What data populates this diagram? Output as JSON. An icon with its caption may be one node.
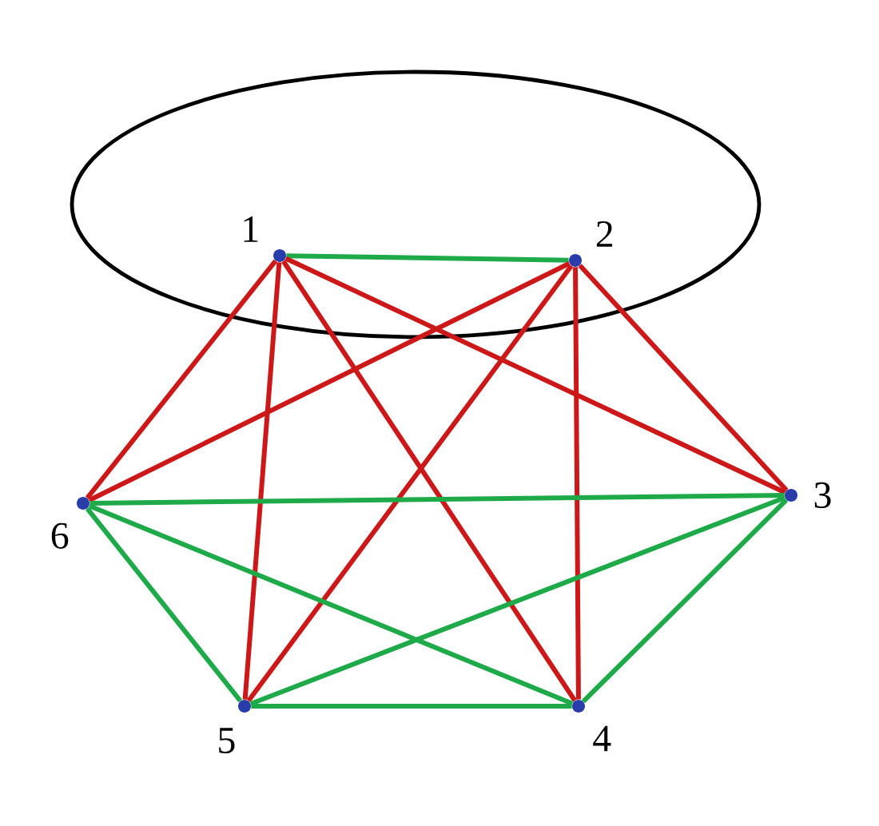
{
  "diagram": {
    "nodes": [
      {
        "text": [
          "1"
        ]
      },
      {
        "text": [
          "2"
        ]
      },
      {
        "text": [
          "3"
        ]
      },
      {
        "text": [
          "4"
        ]
      },
      {
        "text": [
          "5"
        ]
      },
      {
        "text": [
          "6"
        ]
      }
    ],
    "edges": [
      {
        "from": 0,
        "to": 1,
        "arrow": "none",
        "color": "#1faa4a"
      },
      {
        "from": 0,
        "to": 2,
        "arrow": "none"
      },
      {
        "from": 0,
        "to": 3,
        "arrow": "none"
      },
      {
        "from": 0,
        "to": 4,
        "arrow": "none"
      },
      {
        "from": 0,
        "to": 5,
        "arrow": "none"
      },
      {
        "from": 1,
        "to": 2,
        "arrow": "none"
      },
      {
        "from": 1,
        "to": 3,
        "arrow": "none"
      },
      {
        "from": 1,
        "to": 4,
        "arrow": "none"
      },
      {
        "from": 1,
        "to": 5,
        "arrow": "none"
      },
      {
        "from": 2,
        "to": 3,
        "arrow": "none",
        "color": "#1faa4a"
      },
      {
        "from": 2,
        "to": 4,
        "arrow": "none",
        "color": "#1faa4a"
      },
      {
        "from": 2,
        "to": 5,
        "arrow": "none",
        "color": "#1faa4a"
      },
      {
        "from": 3,
        "to": 4,
        "arrow": "none",
        "color": "#1faa4a"
      },
      {
        "from": 3,
        "to": 5,
        "arrow": "none",
        "color": "#1faa4a"
      },
      {
        "from": 4,
        "to": 5,
        "arrow": "none",
        "color": "#1faa4a"
      }
    ]
  }
}
